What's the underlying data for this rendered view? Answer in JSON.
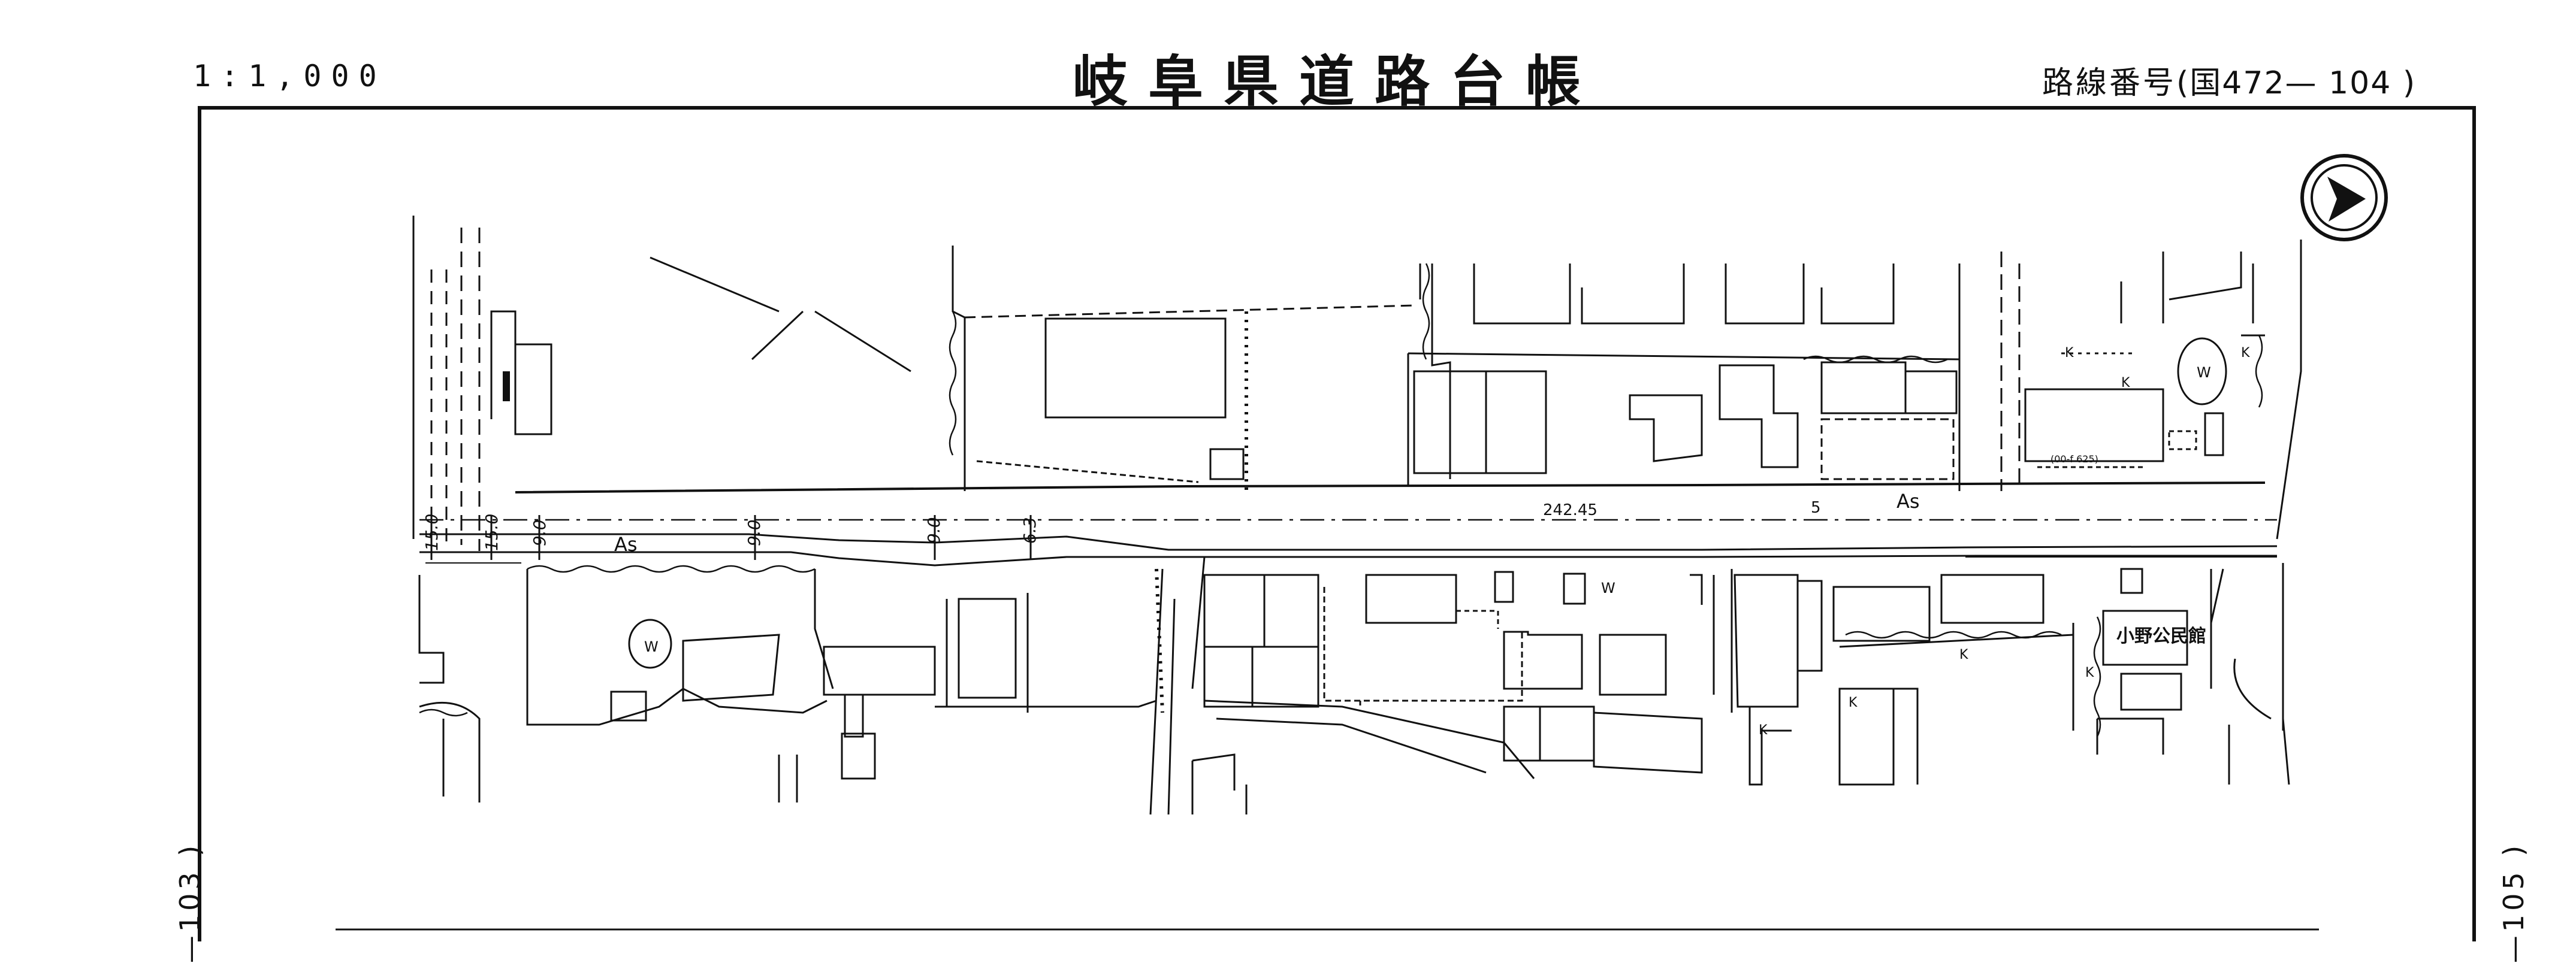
{
  "header": {
    "scale": "1:1,000",
    "title": "岐阜県道路台帳",
    "route_label": "路線番号",
    "route_number": "(国472— 104 )"
  },
  "adjacent_sheets": {
    "previous": "—103 )",
    "next": "—105 )"
  },
  "map": {
    "road_surface": "As",
    "road_surface_2": "As",
    "distance": "242.45",
    "point_label": "5",
    "widths": [
      "15.0",
      "15.0",
      "9.0",
      "9.0",
      "9.0",
      "6.3"
    ],
    "hall_name": "小野公民館",
    "code_label": "(00-f 625)",
    "map_symbols": [
      "W",
      "W",
      "W",
      "K",
      "K",
      "K",
      "K",
      "K",
      "K",
      "K"
    ]
  },
  "colors": {
    "ink": "#111111",
    "paper": "#ffffff"
  },
  "icons": {
    "north_arrow": "north-arrow-icon"
  }
}
